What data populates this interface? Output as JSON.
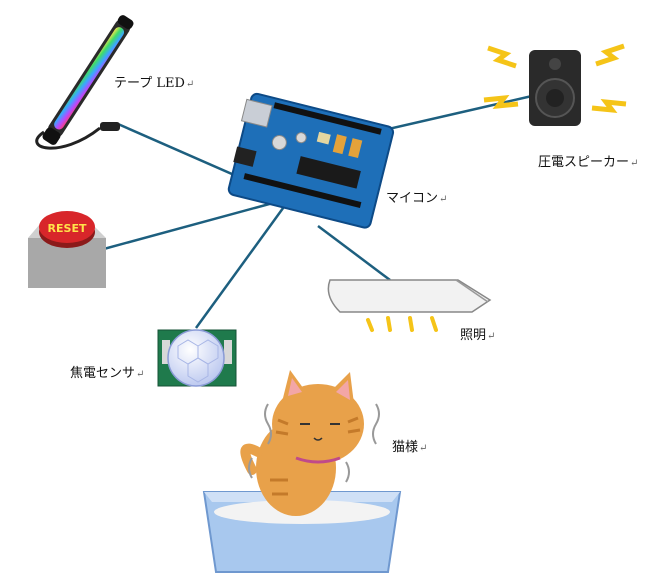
{
  "labels": {
    "tape_led": "テープ LED",
    "speaker": "圧電スピーカー",
    "microcontroller": "マイコン",
    "light": "照明",
    "pyro_sensor": "焦電センサ",
    "cat": "猫様",
    "reset_button": "RESET"
  },
  "return_mark": "↵",
  "colors": {
    "wire": "#1d5f7f",
    "board": "#1e6fb8",
    "cat_fur": "#e8a14a",
    "litter_box": "#a8c8ee",
    "reset_red": "#d8262a",
    "warning_yellow": "#f5c418"
  }
}
